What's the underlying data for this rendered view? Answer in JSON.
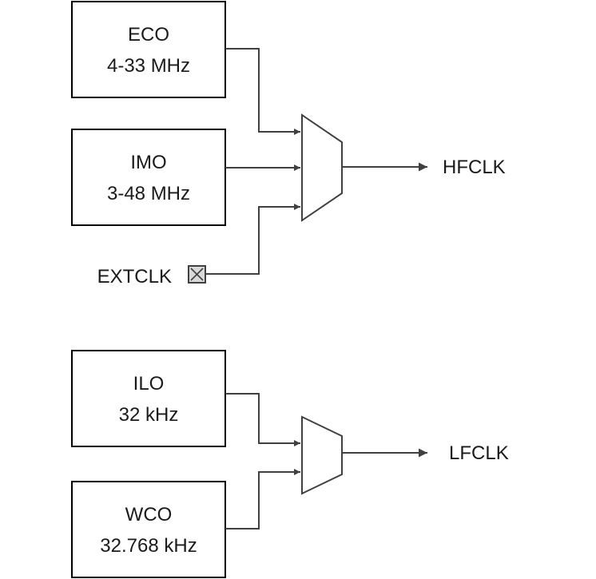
{
  "high_frequency": {
    "eco": {
      "name": "ECO",
      "range": "4-33 MHz"
    },
    "imo": {
      "name": "IMO",
      "range": "3-48 MHz"
    },
    "extclk": {
      "label": "EXTCLK"
    },
    "output": {
      "label": "HFCLK"
    }
  },
  "low_frequency": {
    "ilo": {
      "name": "ILO",
      "range": "32 kHz"
    },
    "wco": {
      "name": "WCO",
      "range": "32.768 kHz"
    },
    "output": {
      "label": "LFCLK"
    }
  },
  "colors": {
    "line": "#404040",
    "box_stroke": "#000000",
    "pin_fill": "#d9d9d9",
    "text": "#1a1a1a"
  }
}
